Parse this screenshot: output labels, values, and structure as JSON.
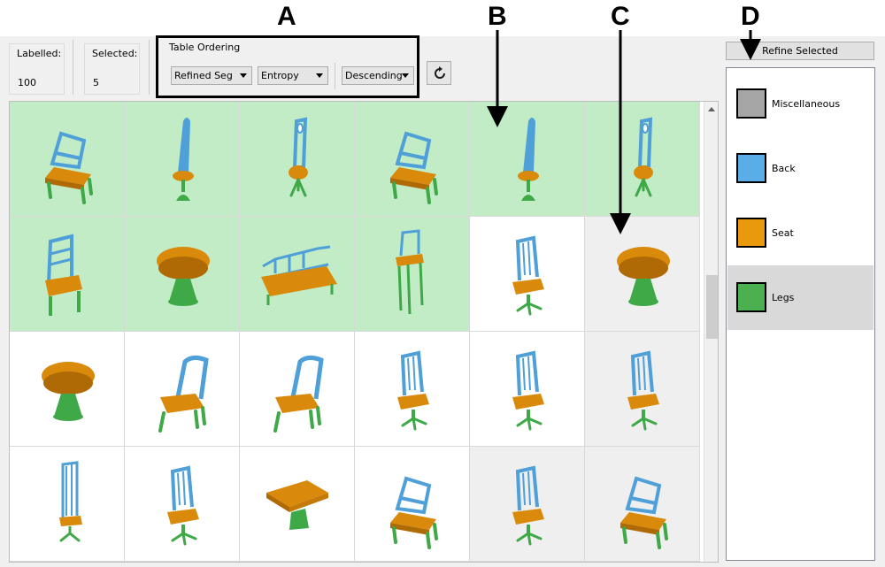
{
  "annotations": [
    "A",
    "B",
    "C",
    "D"
  ],
  "toolbar": {
    "labelled_title": "Labelled:",
    "labelled_value": "100",
    "selected_title": "Selected:",
    "selected_value": "5",
    "ordering_title": "Table Ordering",
    "combo_seg": "Refined Seg",
    "combo_metric": "Entropy",
    "combo_order": "Descending",
    "refresh_icon": "refresh-icon"
  },
  "refine_button": "Refine Selected",
  "legend": [
    {
      "label": "Miscellaneous",
      "color": "#a6a6a6"
    },
    {
      "label": "Back",
      "color": "#5aaee8"
    },
    {
      "label": "Seat",
      "color": "#e89a0c"
    },
    {
      "label": "Legs",
      "color": "#4caf50"
    }
  ],
  "legend_selected": "Legs",
  "colors": {
    "labelled_bg": "#c2ecc6",
    "selected_bg": "#efefef",
    "back": "#4f9fd8",
    "seat": "#d98a0a",
    "legs": "#3fa847"
  },
  "grid": [
    [
      "labelled",
      "labelled",
      "labelled",
      "labelled",
      "labelled",
      "labelled"
    ],
    [
      "labelled",
      "labelled",
      "labelled",
      "labelled",
      "unlabelled",
      "selected"
    ],
    [
      "unlabelled",
      "unlabelled",
      "unlabelled",
      "unlabelled",
      "unlabelled",
      "selected"
    ],
    [
      "unlabelled",
      "unlabelled",
      "unlabelled",
      "unlabelled",
      "selected",
      "selected"
    ]
  ],
  "thumbnails": [
    [
      "bench-chair",
      "pedestal-stool",
      "openback-stool",
      "bench-chair",
      "pedestal-stool",
      "openback-stool"
    ],
    [
      "ladder-chair",
      "round-pedestal",
      "bench-long",
      "tall-stool",
      "swivel-chair",
      "round-pedestal"
    ],
    [
      "round-pedestal",
      "side-chair",
      "side-chair",
      "swivel-chair",
      "swivel-chair",
      "swivel-chair"
    ],
    [
      "tall-swivel",
      "swivel-chair",
      "square-table",
      "bench-chair",
      "swivel-chair",
      "bench-chair"
    ]
  ]
}
